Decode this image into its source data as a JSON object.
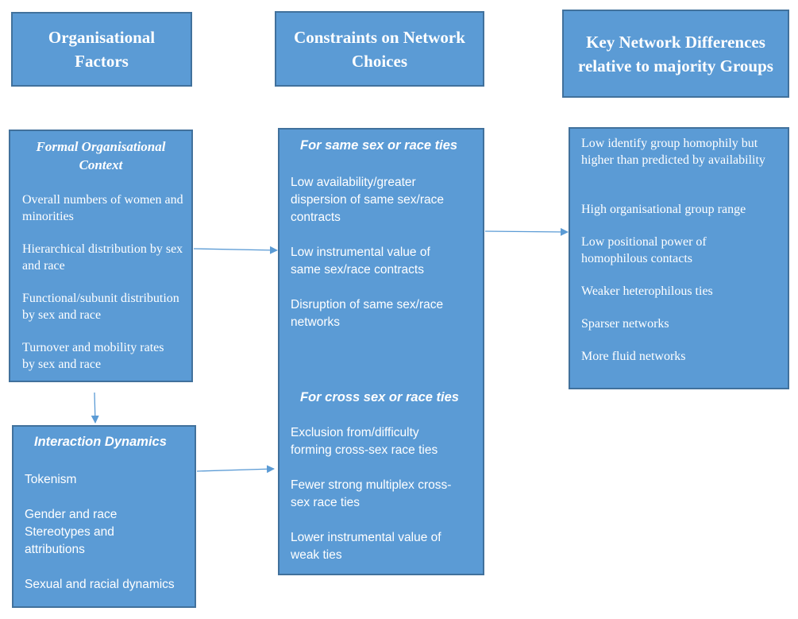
{
  "headers": {
    "col1": "Organisational Factors",
    "col2": "Constraints on Network Choices",
    "col3": "Key Network Differences relative to majority Groups"
  },
  "formal_context": {
    "title": "Formal Organisational Context",
    "items": [
      "Overall numbers of women and minorities",
      "Hierarchical distribution by sex and race",
      "Functional/subunit distribution by sex and race",
      "Turnover and mobility rates by sex and race"
    ]
  },
  "interaction_dynamics": {
    "title": "Interaction Dynamics",
    "items": [
      "Tokenism",
      "Gender and race Stereotypes and attributions",
      "Sexual and racial dynamics"
    ]
  },
  "same_ties": {
    "title": "For same sex or race ties",
    "items": [
      "Low availability/greater dispersion of same sex/race contracts",
      "Low instrumental value of same sex/race contracts",
      "Disruption of same sex/race networks"
    ]
  },
  "cross_ties": {
    "title": "For cross sex or race ties",
    "items": [
      "Exclusion from/difficulty forming cross-sex race ties",
      "Fewer strong multiplex cross-sex race ties",
      "Lower instrumental value of weak ties"
    ]
  },
  "differences": {
    "items": [
      "Low identify group homophily but higher than predicted by availability",
      "High organisational group range",
      "Low positional power of homophilous contacts",
      "Weaker heterophilous ties",
      "Sparser networks",
      "More fluid networks"
    ]
  },
  "colors": {
    "box_fill": "#5b9bd5",
    "box_border": "#41719c",
    "text": "#ffffff"
  }
}
